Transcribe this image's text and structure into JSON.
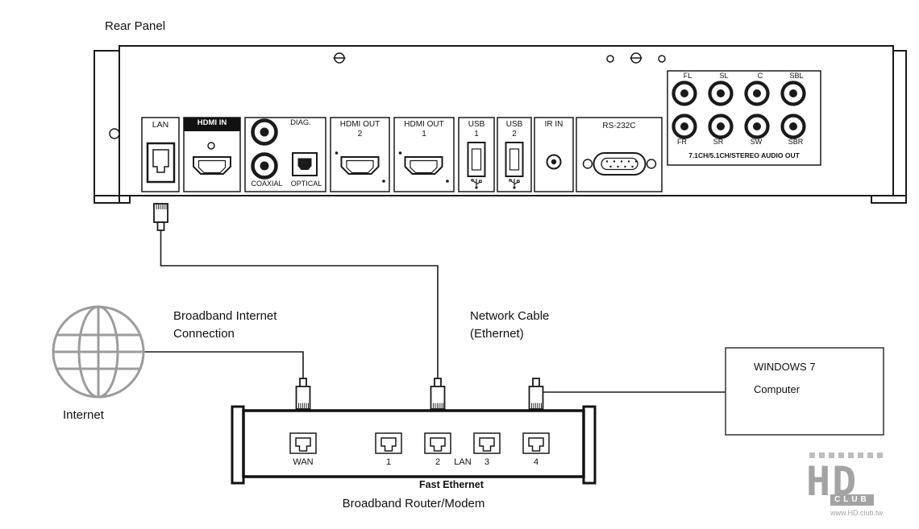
{
  "page": {
    "title": "Rear Panel"
  },
  "rear_panel": {
    "lan_label": "LAN",
    "hdmi_in_label": "HDMI IN",
    "diag_label": "DIAG.",
    "coaxial_label": "COAXIAL",
    "optical_label": "OPTICAL",
    "hdmi_out2_label": "HDMI OUT",
    "hdmi_out2_num": "2",
    "hdmi_out1_label": "HDMI OUT",
    "hdmi_out1_num": "1",
    "usb1_label": "USB",
    "usb1_num": "1",
    "usb2_label": "USB",
    "usb2_num": "2",
    "ir_in_label": "IR IN",
    "rs232_label": "RS-232C",
    "audio": {
      "row1": [
        "FL",
        "SL",
        "C",
        "SBL"
      ],
      "row2": [
        "FR",
        "SR",
        "SW",
        "SBR"
      ],
      "caption": "7.1CH/5.1CH/STEREO AUDIO OUT"
    }
  },
  "diagram": {
    "internet_label": "Internet",
    "broadband_line1": "Broadband Internet",
    "broadband_line2": "Connection",
    "network_cable_line1": "Network Cable",
    "network_cable_line2": "(Ethernet)"
  },
  "router": {
    "port_labels": [
      "WAN",
      "1",
      "2",
      "3",
      "4"
    ],
    "lan_group_label": "LAN",
    "speed_label": "Fast Ethernet",
    "device_label": "Broadband Router/Modem"
  },
  "computer": {
    "line1": "WINDOWS 7",
    "line2": "Computer"
  },
  "watermark": {
    "logo": "HD",
    "club": "CLUB",
    "url": "www.HD.club.tw"
  },
  "colors": {
    "line": "#1a1a1a",
    "gray": "#9c9c9c"
  }
}
